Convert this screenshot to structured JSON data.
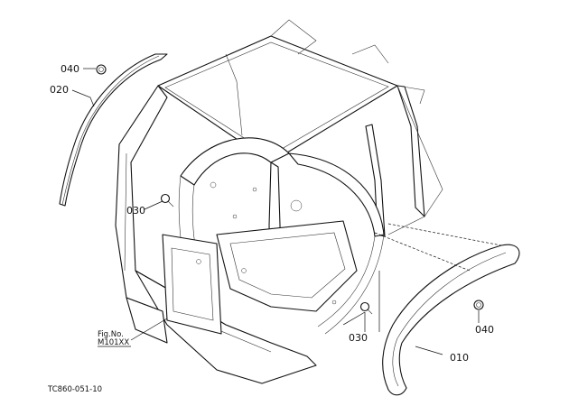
{
  "callouts": {
    "p010": "010",
    "p020": "020",
    "p030_left": "030",
    "p030_right": "030",
    "p040_left": "040",
    "p040_right": "040"
  },
  "reference": {
    "fig_line1": "Fig.No.",
    "fig_line2": "M101XX"
  },
  "drawing_code": "TC860-051-10"
}
